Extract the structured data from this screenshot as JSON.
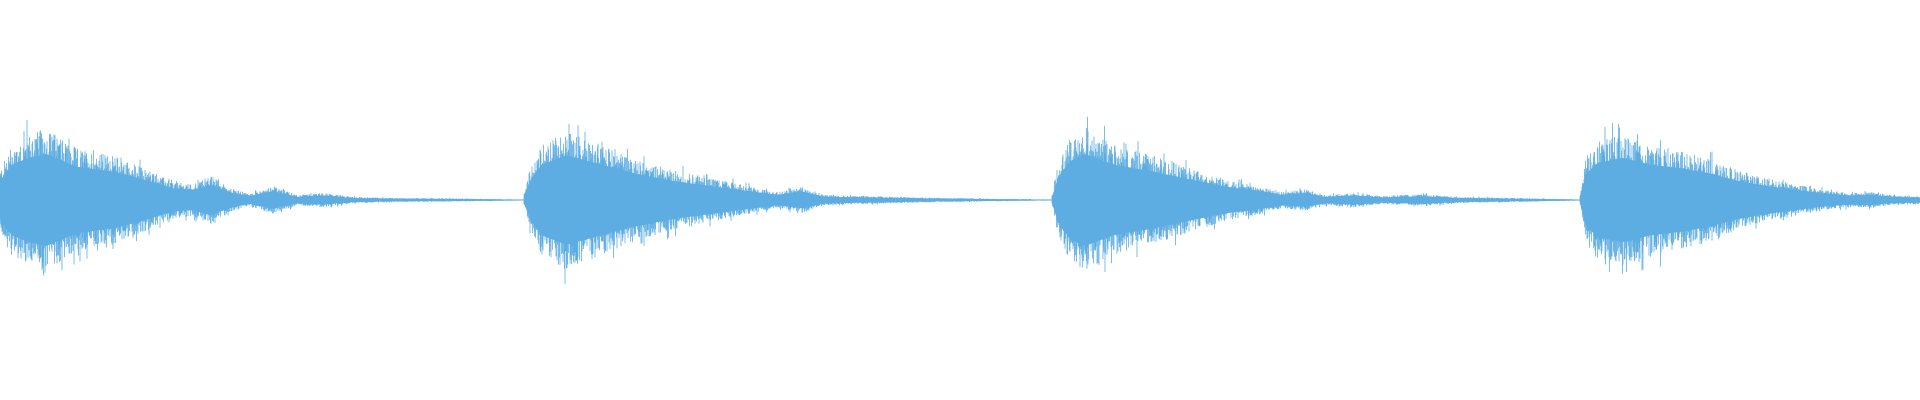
{
  "waveform": {
    "color": "#5dade2",
    "background": "#ffffff",
    "duration_fraction_visible": 1.0,
    "segments": [
      {
        "start": 0.0,
        "end": 0.275,
        "peak": 0.72,
        "envelope": [
          [
            0.0,
            0.3
          ],
          [
            0.006,
            0.55
          ],
          [
            0.015,
            0.66
          ],
          [
            0.024,
            0.72
          ],
          [
            0.04,
            0.52
          ],
          [
            0.06,
            0.44
          ],
          [
            0.075,
            0.32
          ],
          [
            0.09,
            0.18
          ],
          [
            0.1,
            0.16
          ],
          [
            0.11,
            0.24
          ],
          [
            0.12,
            0.12
          ],
          [
            0.13,
            0.06
          ],
          [
            0.142,
            0.14
          ],
          [
            0.155,
            0.05
          ],
          [
            0.168,
            0.07
          ],
          [
            0.185,
            0.03
          ],
          [
            0.21,
            0.02
          ],
          [
            0.24,
            0.015
          ],
          [
            0.275,
            0.005
          ]
        ]
      },
      {
        "start": 0.273,
        "end": 0.55,
        "peak": 0.7,
        "envelope": [
          [
            0.273,
            0.05
          ],
          [
            0.276,
            0.3
          ],
          [
            0.282,
            0.55
          ],
          [
            0.295,
            0.7
          ],
          [
            0.31,
            0.58
          ],
          [
            0.33,
            0.42
          ],
          [
            0.35,
            0.3
          ],
          [
            0.37,
            0.22
          ],
          [
            0.39,
            0.14
          ],
          [
            0.405,
            0.08
          ],
          [
            0.418,
            0.13
          ],
          [
            0.43,
            0.05
          ],
          [
            0.45,
            0.04
          ],
          [
            0.48,
            0.025
          ],
          [
            0.51,
            0.015
          ],
          [
            0.55,
            0.005
          ]
        ]
      },
      {
        "start": 0.548,
        "end": 0.825,
        "peak": 0.72,
        "envelope": [
          [
            0.548,
            0.05
          ],
          [
            0.551,
            0.35
          ],
          [
            0.557,
            0.6
          ],
          [
            0.565,
            0.72
          ],
          [
            0.58,
            0.55
          ],
          [
            0.6,
            0.45
          ],
          [
            0.62,
            0.32
          ],
          [
            0.64,
            0.2
          ],
          [
            0.655,
            0.15
          ],
          [
            0.668,
            0.08
          ],
          [
            0.68,
            0.11
          ],
          [
            0.69,
            0.05
          ],
          [
            0.705,
            0.07
          ],
          [
            0.72,
            0.04
          ],
          [
            0.74,
            0.06
          ],
          [
            0.76,
            0.03
          ],
          [
            0.79,
            0.02
          ],
          [
            0.825,
            0.005
          ]
        ]
      },
      {
        "start": 0.823,
        "end": 1.0,
        "peak": 0.66,
        "envelope": [
          [
            0.823,
            0.05
          ],
          [
            0.826,
            0.4
          ],
          [
            0.832,
            0.58
          ],
          [
            0.845,
            0.66
          ],
          [
            0.86,
            0.55
          ],
          [
            0.875,
            0.5
          ],
          [
            0.89,
            0.42
          ],
          [
            0.905,
            0.3
          ],
          [
            0.92,
            0.22
          ],
          [
            0.935,
            0.16
          ],
          [
            0.95,
            0.1
          ],
          [
            0.965,
            0.07
          ],
          [
            0.975,
            0.08
          ],
          [
            0.985,
            0.05
          ],
          [
            1.0,
            0.04
          ]
        ]
      }
    ]
  }
}
